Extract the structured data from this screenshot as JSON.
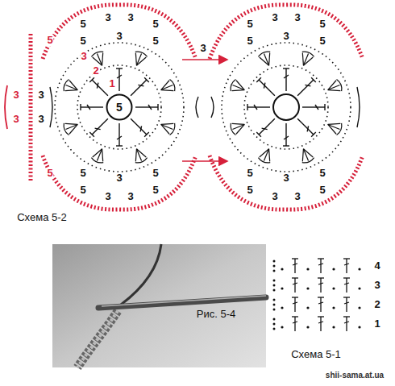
{
  "diagram": {
    "nodes": [
      {
        "text": [
          "5"
        ]
      }
    ],
    "labels": [
      "Схема 5-2",
      "Рис. 5-4",
      "Схема 5-1",
      "shii-sama.at.ua",
      "4",
      "3",
      "2",
      "1",
      "3",
      "2",
      "1",
      "5",
      "3",
      "3",
      "5",
      "5",
      "3",
      "5",
      "5",
      "3",
      "3",
      "5",
      "5",
      "3",
      "5",
      "5",
      "3",
      "3",
      "5",
      "5",
      "3",
      "5",
      "5",
      "3",
      "3",
      "5",
      "5",
      "3",
      "5",
      "3",
      "5",
      "3",
      "3",
      "3",
      "3",
      "5"
    ]
  }
}
